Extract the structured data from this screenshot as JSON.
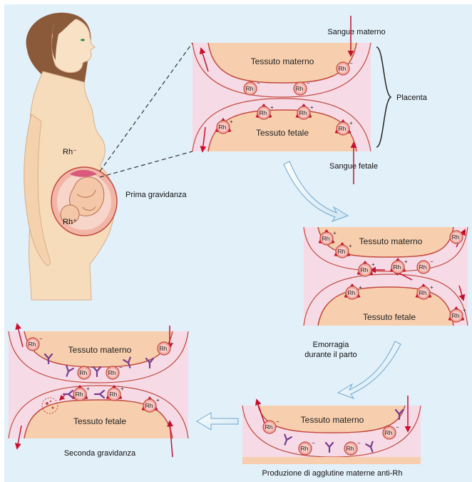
{
  "woman": {
    "rh_mother": "Rh⁻",
    "rh_fetus": "Rh⁺",
    "pregnancy_label": "Prima gravidanza"
  },
  "panel_top": {
    "tissue_upper": "Tessuto materno",
    "tissue_lower": "Tessuto fetale",
    "maternal_blood": "Sangue materno",
    "fetal_blood": "Sangue fetale",
    "placenta": "Placenta"
  },
  "panel_right": {
    "tissue_upper": "Tessuto materno",
    "tissue_lower": "Tessuto fetale",
    "caption_line1": "Emorragia",
    "caption_line2": "durante il parto"
  },
  "panel_bottom_right": {
    "tissue_upper": "Tessuto materno",
    "caption": "Produzione di agglutine materne anti-Rh"
  },
  "panel_left": {
    "tissue_upper": "Tessuto materno",
    "tissue_lower": "Tessuto fetale",
    "caption": "Seconda gravidanza"
  },
  "cell": {
    "label": "Rh",
    "neg": "−",
    "pos": "+"
  },
  "colors": {
    "background": "#e2f0fa",
    "tissue": "#f7cfae",
    "vessel": "#f6dbe7",
    "border": "#c24a3e",
    "arrow": "#c8102e",
    "antibody": "#7a3d8f"
  }
}
